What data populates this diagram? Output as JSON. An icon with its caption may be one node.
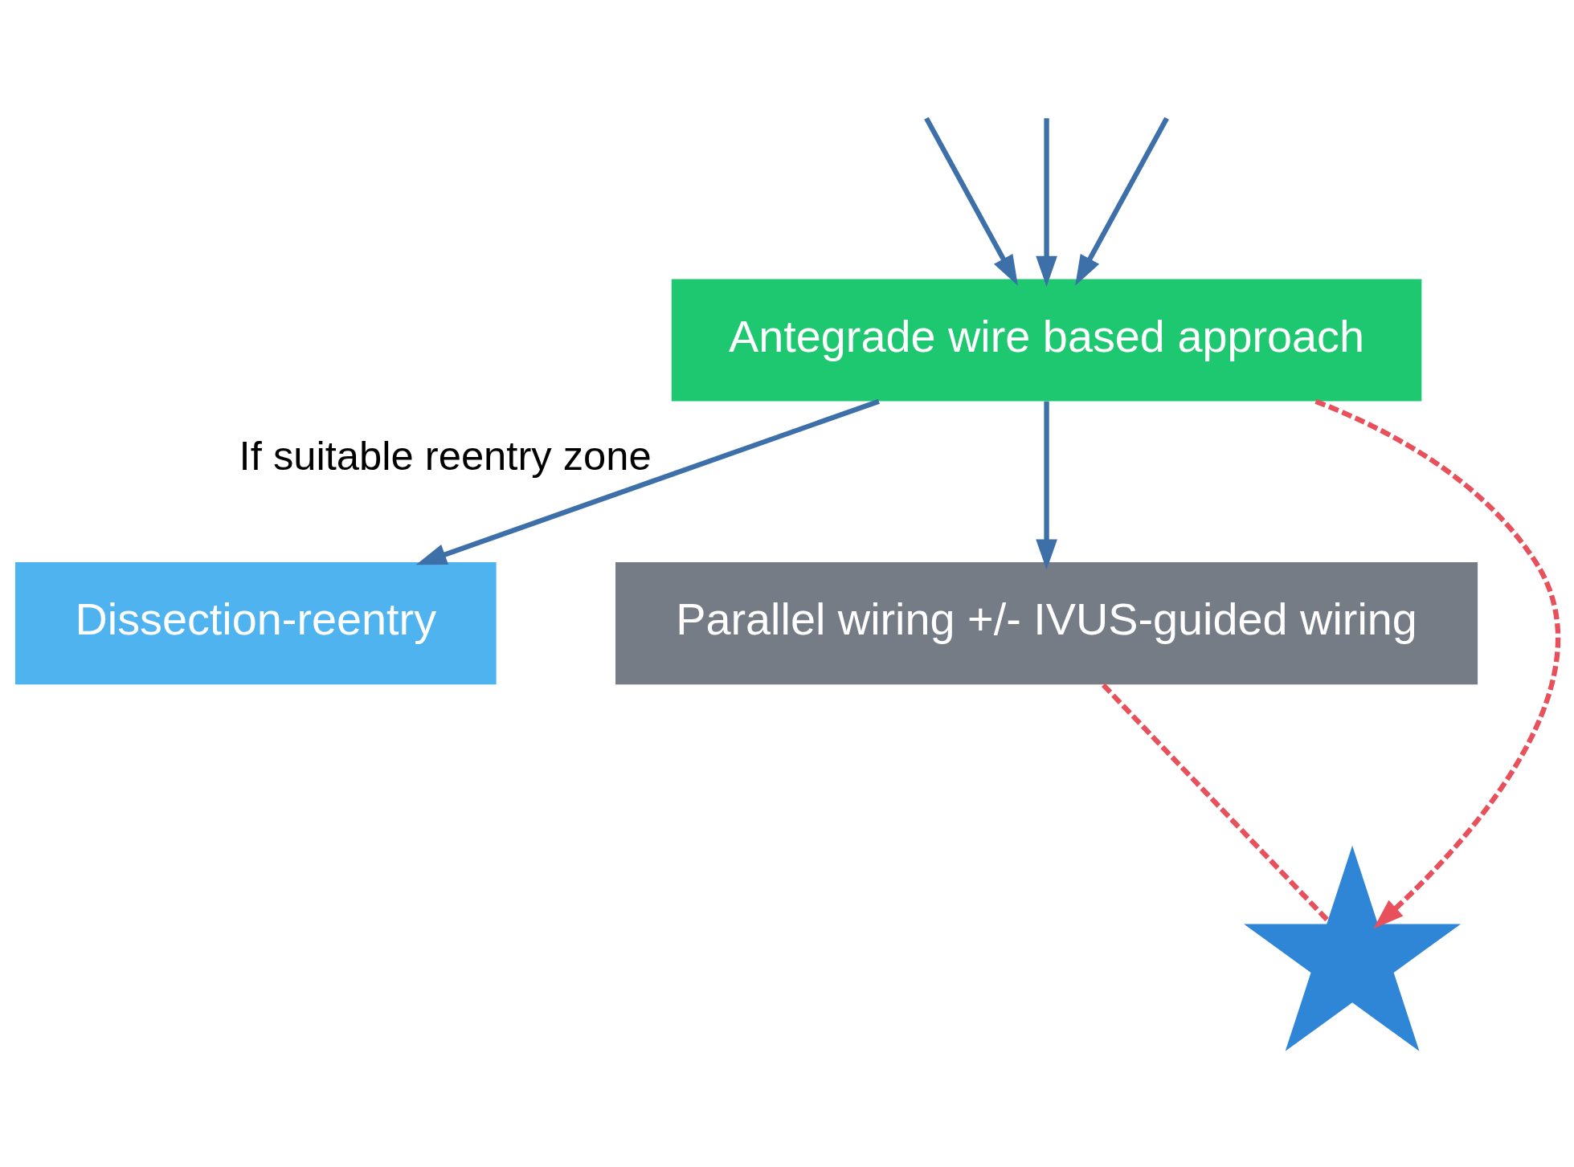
{
  "diagram": {
    "nodes": [
      {
        "text": [
          "Antegrade wire based approach"
        ]
      },
      {
        "text": [
          "Dissection-reentry"
        ]
      },
      {
        "text": [
          "Parallel wiring +/- IVUS-guided wiring"
        ]
      },
      {
        "text": [],
        "shape": "star"
      }
    ],
    "edges": [
      {
        "from": null,
        "to": 0,
        "arrow": "to"
      },
      {
        "from": null,
        "to": 0,
        "arrow": "to"
      },
      {
        "from": null,
        "to": 0,
        "arrow": "to"
      },
      {
        "from": 0,
        "to": 1,
        "arrow": "to",
        "label": "If suitable reentry zone"
      },
      {
        "from": 0,
        "to": 2,
        "arrow": "to"
      },
      {
        "from": 0,
        "to": 3,
        "arrow": "to",
        "style": "dashed",
        "color": "#e8505b"
      },
      {
        "from": 2,
        "to": 3,
        "arrow": "none",
        "style": "dashed",
        "color": "#e8505b"
      }
    ]
  }
}
